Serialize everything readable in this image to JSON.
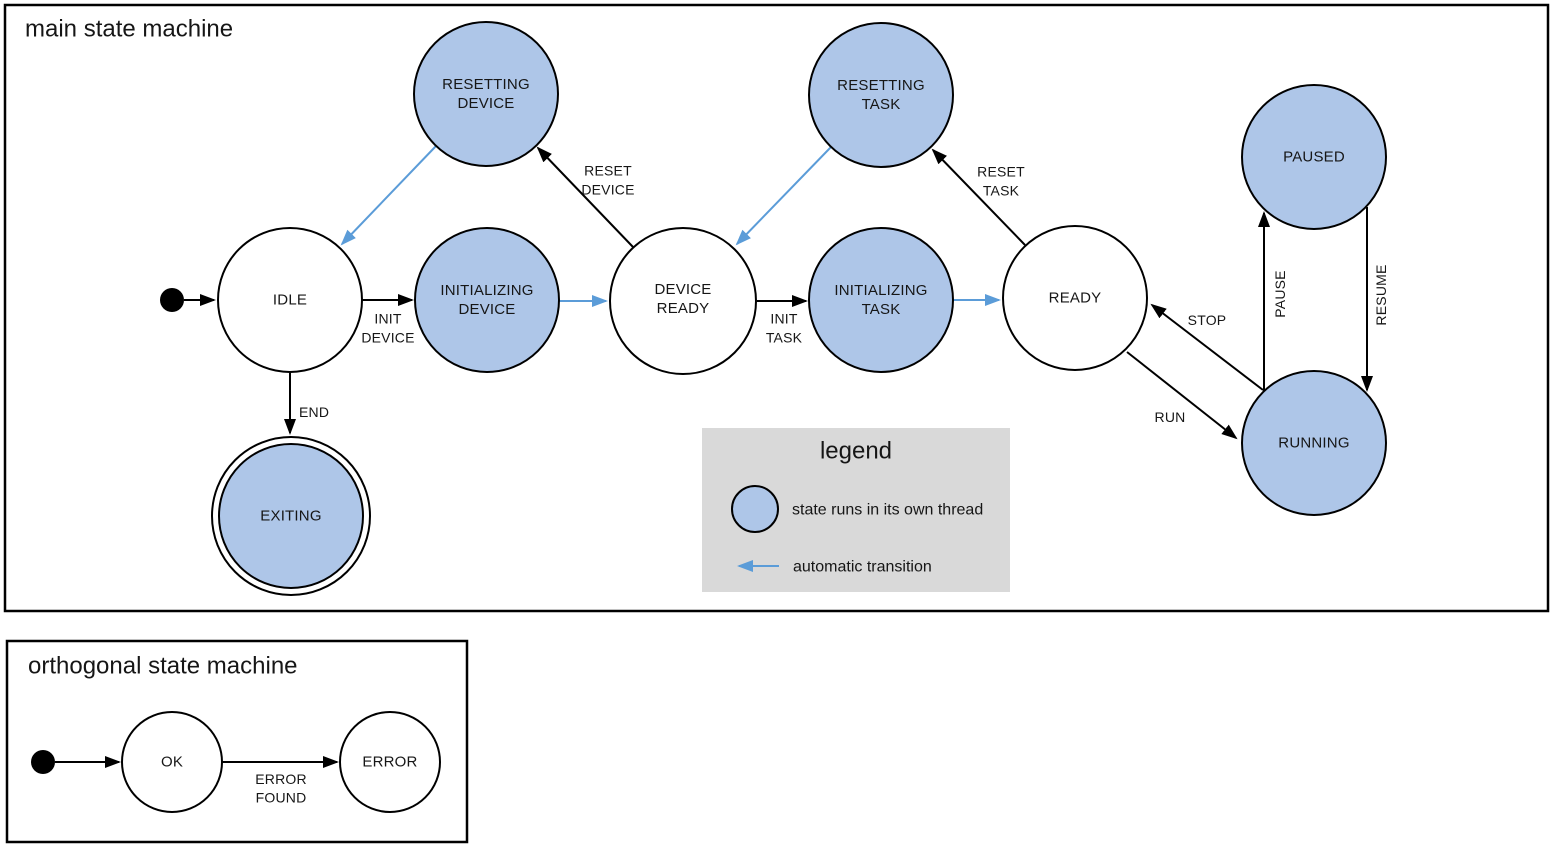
{
  "colors": {
    "threaded_state_fill": "#aec6e8",
    "plain_state_fill": "#ffffff",
    "auto_transition_arrow": "#5b9cd8",
    "legend_background": "#d9d9d9",
    "outline": "#000000"
  },
  "main_machine": {
    "title": "main state machine",
    "states": {
      "idle": {
        "label": "IDLE"
      },
      "resetting_device": {
        "line1": "RESETTING",
        "line2": "DEVICE"
      },
      "initializing_device": {
        "line1": "INITIALIZING",
        "line2": "DEVICE"
      },
      "device_ready": {
        "line1": "DEVICE",
        "line2": "READY"
      },
      "resetting_task": {
        "line1": "RESETTING",
        "line2": "TASK"
      },
      "initializing_task": {
        "line1": "INITIALIZING",
        "line2": "TASK"
      },
      "ready": {
        "label": "READY"
      },
      "paused": {
        "label": "PAUSED"
      },
      "running": {
        "label": "RUNNING"
      },
      "exiting": {
        "label": "EXITING"
      }
    },
    "transitions": {
      "init_device": {
        "line1": "INIT",
        "line2": "DEVICE"
      },
      "reset_device": {
        "line1": "RESET",
        "line2": "DEVICE"
      },
      "init_task": {
        "line1": "INIT",
        "line2": "TASK"
      },
      "reset_task": {
        "line1": "RESET",
        "line2": "TASK"
      },
      "stop": {
        "label": "STOP"
      },
      "run": {
        "label": "RUN"
      },
      "pause": {
        "label": "PAUSE"
      },
      "resume": {
        "label": "RESUME"
      },
      "end": {
        "label": "END"
      }
    }
  },
  "legend": {
    "title": "legend",
    "threaded_state_label": "state runs in its own thread",
    "auto_transition_label": "automatic transition"
  },
  "orthogonal_machine": {
    "title": "orthogonal state machine",
    "states": {
      "ok": {
        "label": "OK"
      },
      "error": {
        "label": "ERROR"
      }
    },
    "transitions": {
      "error_found": {
        "line1": "ERROR",
        "line2": "FOUND"
      }
    }
  }
}
